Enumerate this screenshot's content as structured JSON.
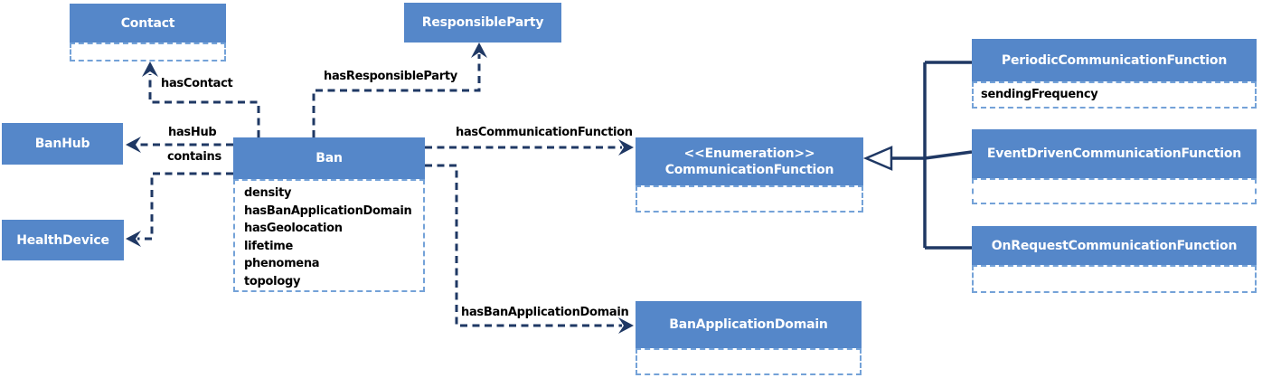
{
  "diagram_type": "uml-class-diagram",
  "colors": {
    "class_fill": "#5587C9",
    "class_title_text": "#FFFFFF",
    "body_dashed_border": "#74A2D8",
    "attribute_text": "#000000",
    "connector": "#1F3864",
    "edge_label_text": "#000000",
    "background": "#FFFFFF"
  },
  "nodes": {
    "contact": {
      "title": "Contact"
    },
    "responsible_party": {
      "title": "ResponsibleParty"
    },
    "ban_hub": {
      "title": "BanHub"
    },
    "health_device": {
      "title": "HealthDevice"
    },
    "ban": {
      "title": "Ban",
      "attributes": [
        "density",
        "hasBanApplicationDomain",
        "hasGeolocation",
        "lifetime",
        "phenomena",
        "topology"
      ]
    },
    "communication_function": {
      "stereotype": "<<Enumeration>>",
      "title": "CommunicationFunction"
    },
    "ban_application_domain": {
      "title": "BanApplicationDomain"
    },
    "periodic_communication_function": {
      "title": "PeriodicCommunicationFunction",
      "attributes": [
        "sendingFrequency"
      ]
    },
    "event_driven_communication_function": {
      "title": "EventDrivenCommunicationFunction"
    },
    "on_request_communication_function": {
      "title": "OnRequestCommunicationFunction"
    }
  },
  "edges": {
    "has_contact": {
      "label": "hasContact",
      "from": "Ban",
      "to": "Contact",
      "style": "dashed-arrow"
    },
    "has_responsible_party": {
      "label": "hasResponsibleParty",
      "from": "Ban",
      "to": "ResponsibleParty",
      "style": "dashed-arrow"
    },
    "has_hub": {
      "label": "hasHub",
      "from": "Ban",
      "to": "BanHub",
      "style": "dashed-arrow"
    },
    "contains": {
      "label": "contains",
      "from": "Ban",
      "to": "HealthDevice",
      "style": "dashed-arrow"
    },
    "has_communication_function": {
      "label": "hasCommunicationFunction",
      "from": "Ban",
      "to": "CommunicationFunction",
      "style": "dashed-arrow"
    },
    "has_ban_application_domain": {
      "label": "hasBanApplicationDomain",
      "from": "Ban",
      "to": "BanApplicationDomain",
      "style": "dashed-arrow"
    }
  },
  "inheritance": {
    "parent": "CommunicationFunction",
    "children": [
      "PeriodicCommunicationFunction",
      "EventDrivenCommunicationFunction",
      "OnRequestCommunicationFunction"
    ],
    "style": "solid-hollow-triangle"
  }
}
